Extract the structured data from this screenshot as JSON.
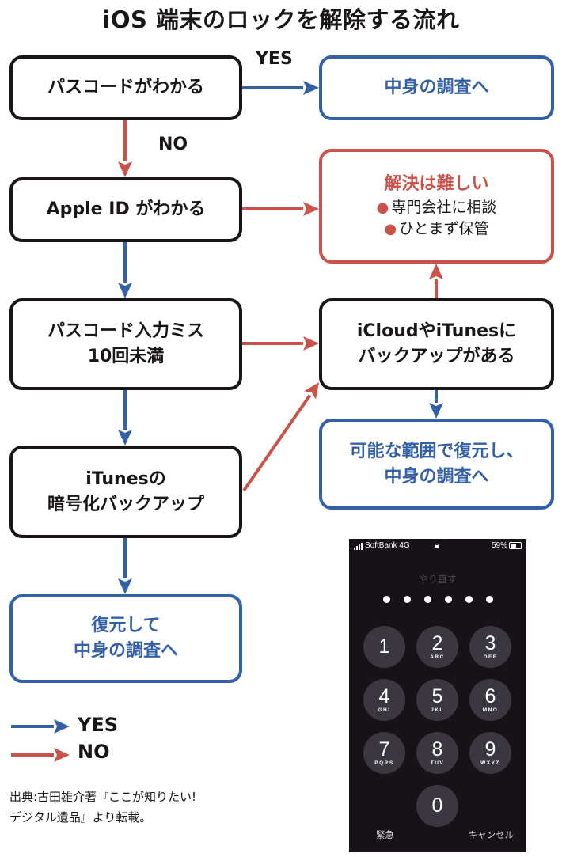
{
  "title": "iOS 端末のロックを解除する流れ",
  "colors": {
    "yes": "#3460a8",
    "no": "#c9524a",
    "neutral": "#1a1616"
  },
  "nodes": {
    "passcode_known": {
      "lines": [
        "パスコードがわかる"
      ]
    },
    "investigate_1": {
      "lines": [
        "中身の調査へ"
      ]
    },
    "apple_id_known": {
      "lines": [
        "Apple ID がわかる"
      ]
    },
    "difficult": {
      "head": "解決は難しい",
      "bullets": [
        "専門会社に相談",
        "ひとまず保管"
      ]
    },
    "input_miss": {
      "lines": [
        "パスコード入力ミス",
        "10回未満"
      ]
    },
    "cloud_backup": {
      "lines": [
        "iCloudやiTunesに",
        "バックアップがある"
      ]
    },
    "itunes_encrypted": {
      "lines": [
        "iTunesの",
        "暗号化バックアップ"
      ]
    },
    "restore_partial": {
      "lines": [
        "可能な範囲で復元し、",
        "中身の調査へ"
      ]
    },
    "restore_investigate": {
      "lines": [
        "復元して",
        "中身の調査へ"
      ]
    }
  },
  "edges": [
    {
      "from": "passcode_known",
      "to": "investigate_1",
      "type": "yes",
      "label": "YES"
    },
    {
      "from": "passcode_known",
      "to": "apple_id_known",
      "type": "no",
      "label": "NO"
    },
    {
      "from": "apple_id_known",
      "to": "difficult",
      "type": "no"
    },
    {
      "from": "apple_id_known",
      "to": "input_miss",
      "type": "yes"
    },
    {
      "from": "input_miss",
      "to": "cloud_backup",
      "type": "no"
    },
    {
      "from": "input_miss",
      "to": "itunes_encrypted",
      "type": "yes"
    },
    {
      "from": "itunes_encrypted",
      "to": "cloud_backup",
      "type": "no"
    },
    {
      "from": "itunes_encrypted",
      "to": "restore_investigate",
      "type": "yes"
    },
    {
      "from": "cloud_backup",
      "to": "difficult",
      "type": "no"
    },
    {
      "from": "cloud_backup",
      "to": "restore_partial",
      "type": "yes"
    }
  ],
  "edge_labels": {
    "yes": "YES",
    "no": "NO"
  },
  "legend": {
    "yes": "YES",
    "no": "NO"
  },
  "credit": [
    "出典:古田雄介著『ここが知りたい!",
    "デジタル遺品』より転載。"
  ],
  "phone": {
    "carrier": "SoftBank  4G",
    "battery": "59%",
    "battery_level": 0.59,
    "prompt": "やり直す",
    "passcode_dots": 6,
    "keys": [
      {
        "num": "1",
        "sub": ""
      },
      {
        "num": "2",
        "sub": "ABC"
      },
      {
        "num": "3",
        "sub": "DEF"
      },
      {
        "num": "4",
        "sub": "GHI"
      },
      {
        "num": "5",
        "sub": "JKL"
      },
      {
        "num": "6",
        "sub": "MNO"
      },
      {
        "num": "7",
        "sub": "PQRS"
      },
      {
        "num": "8",
        "sub": "TUV"
      },
      {
        "num": "9",
        "sub": "WXYZ"
      },
      {
        "num": "0",
        "sub": ""
      }
    ],
    "emergency": "緊急",
    "cancel": "キャンセル"
  }
}
